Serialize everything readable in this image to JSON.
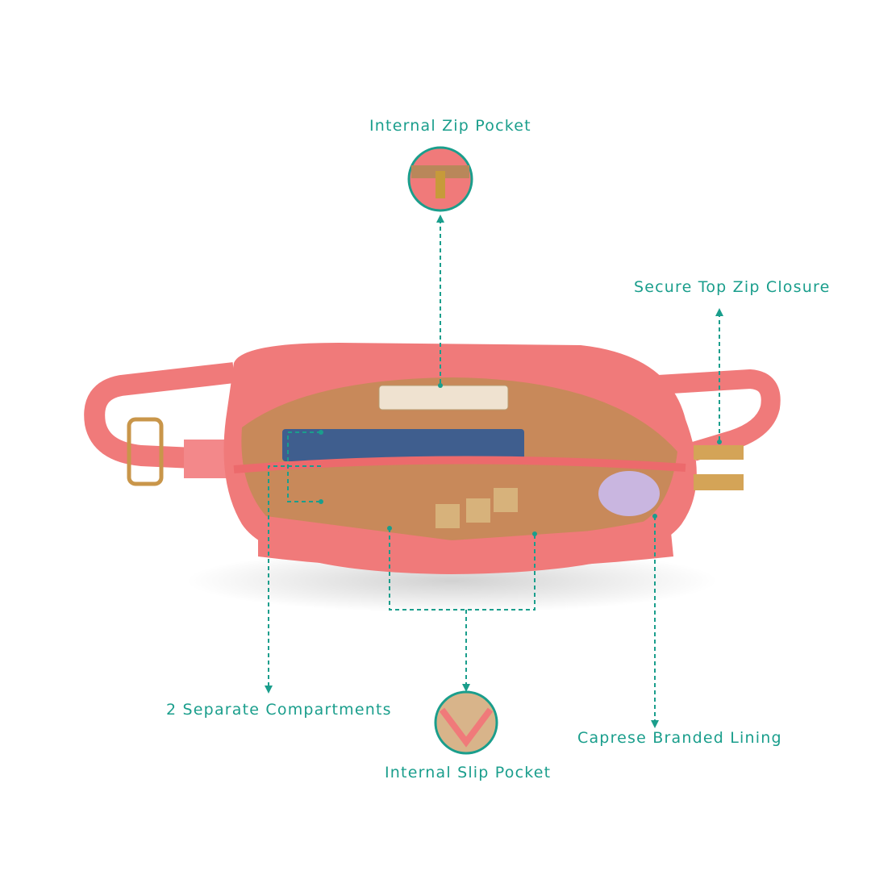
{
  "callouts": {
    "internal_zip_pocket": "Internal Zip Pocket",
    "secure_top_zip": "Secure Top Zip Closure",
    "compartments": "2 Separate Compartments",
    "branded_lining": "Caprese Branded Lining",
    "slip_pocket": "Internal Slip Pocket"
  },
  "colors": {
    "accent": "#1a9e8c",
    "bag": "#f07a7a",
    "lining": "#c8895a"
  }
}
